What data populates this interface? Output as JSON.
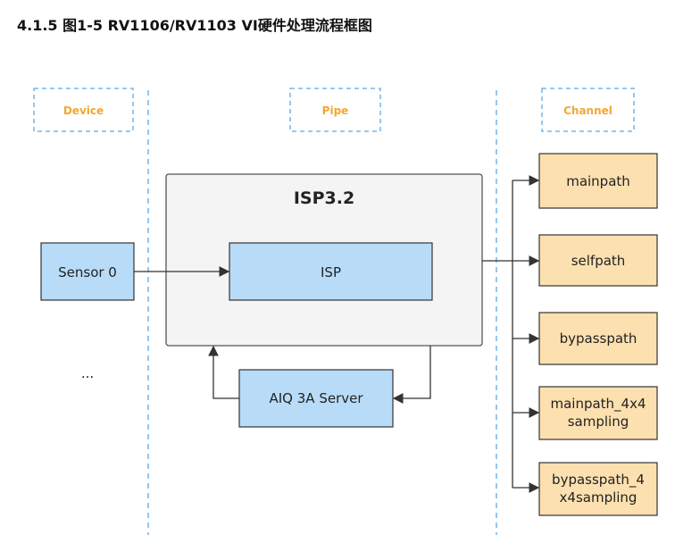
{
  "heading": "4.1.5 图1-5 RV1106/RV1103 VI硬件处理流程框图",
  "colors": {
    "accent_orange": "#f0a830",
    "dashed_blue": "#5aa9e6",
    "blue_fill": "#b8dcf8",
    "blue_stroke": "#4a90d9",
    "orange_fill": "#fde0b0",
    "orange_stroke": "#333333",
    "grey_fill": "#f4f4f4",
    "grey_stroke": "#555555",
    "line": "#333333"
  },
  "columns": {
    "device": "Device",
    "pipe": "Pipe",
    "channel": "Channel"
  },
  "nodes": {
    "isp_block_title": "ISP3.2",
    "isp": "ISP",
    "sensor": "Sensor 0",
    "ellipsis": "...",
    "aiq": "AIQ 3A Server"
  },
  "channels": [
    [
      "mainpath"
    ],
    [
      "selfpath"
    ],
    [
      "bypasspath"
    ],
    [
      "mainpath_4x4",
      "sampling"
    ],
    [
      "bypasspath_4",
      "x4sampling"
    ]
  ]
}
